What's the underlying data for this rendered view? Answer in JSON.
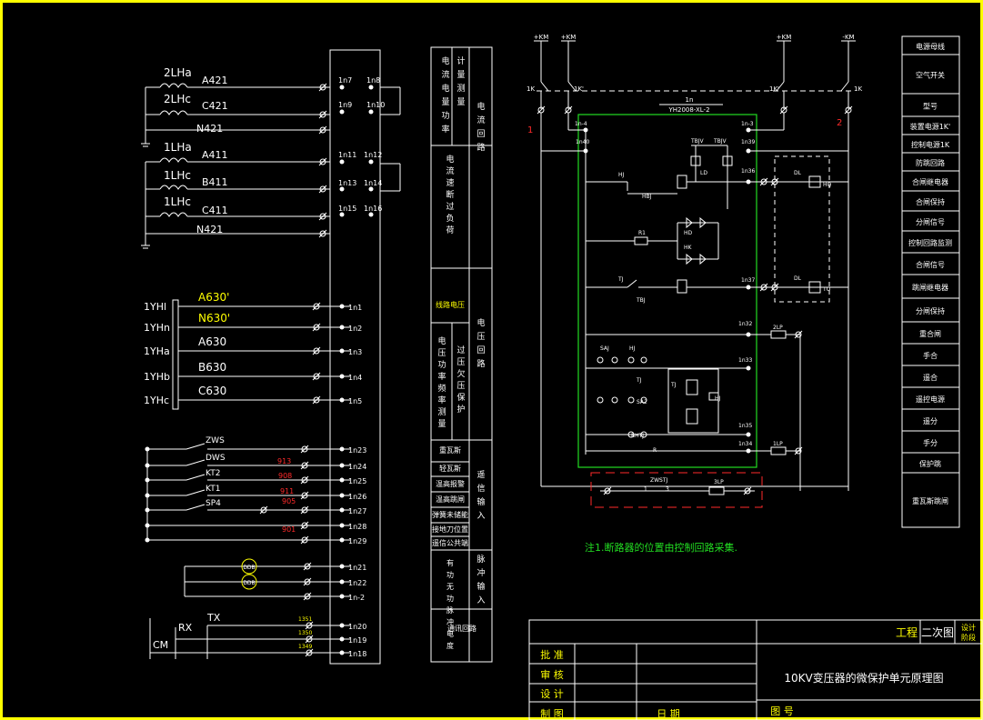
{
  "colors": {
    "background": "#000000",
    "frame": "#ffff00",
    "line": "#ffffff",
    "label_white": "#ffffff",
    "label_yellow": "#ffff00",
    "wire_number_red": "#ff2a2a",
    "module_outline_green": "#22dd22",
    "note_green": "#22dd22"
  },
  "left_panel": {
    "ct_groups": [
      {
        "labels": [
          "2LHa",
          "2LHc"
        ],
        "wires": [
          "A421",
          "C421",
          "N421"
        ],
        "terminals": [
          [
            "1n7",
            "1n8"
          ],
          [
            "1n9",
            "1n10"
          ]
        ]
      },
      {
        "labels": [
          "1LHa",
          "1LHc",
          "1LHc"
        ],
        "wires": [
          "A411",
          "B411",
          "C411",
          "N421"
        ],
        "terminals": [
          [
            "1n11",
            "1n12"
          ],
          [
            "1n13",
            "1n14"
          ],
          [
            "1n15",
            "1n16"
          ]
        ]
      }
    ],
    "voltage_labels": [
      "1YHl",
      "1YHn",
      "1YHa",
      "1YHb",
      "1YHc"
    ],
    "voltage_wires": [
      {
        "text": "A630'",
        "yellow": true
      },
      {
        "text": "N630'",
        "yellow": true
      },
      {
        "text": "A630",
        "yellow": false
      },
      {
        "text": "B630",
        "yellow": false
      },
      {
        "text": "C630",
        "yellow": false
      }
    ],
    "voltage_terminals": [
      "1n1",
      "1n2",
      "1n3",
      "1n4",
      "1n5"
    ],
    "contact_labels": [
      "ZWS",
      "DWS",
      "KT2",
      "KT1",
      "SP4"
    ],
    "contact_numbers": [
      "913",
      "908",
      "911",
      "905",
      "901"
    ],
    "contact_terminals": [
      "1n23",
      "1n24",
      "1n25",
      "1n26",
      "1n27",
      "1n28",
      "1n29"
    ],
    "pulse_meters": [
      "DDB",
      "DDB"
    ],
    "pulse_terminals": [
      "1n21",
      "1n22",
      "1n-2"
    ],
    "comm_labels": [
      "CM",
      "RX",
      "TX"
    ],
    "comm_numbers": [
      "1351",
      "1350",
      "1349"
    ],
    "comm_terminals": [
      "1n20",
      "1n19",
      "1n18"
    ]
  },
  "middle_table": {
    "rows": [
      {
        "left": "电流 电量 功率",
        "mid": "计量 测量",
        "right": "电流回路"
      },
      {
        "left": "",
        "mid": "电流速断过负荷",
        "right": ""
      },
      {
        "left": "",
        "mid": "线路电压",
        "right": "电压回路"
      },
      {
        "left": "电压功率频率测量",
        "mid": "过压欠压保护",
        "right": ""
      },
      {
        "left": "",
        "mid": "重瓦斯",
        "right": "遥信输入"
      },
      {
        "left": "",
        "mid": "轻瓦斯",
        "right": ""
      },
      {
        "left": "",
        "mid": "温高报警",
        "right": ""
      },
      {
        "left": "",
        "mid": "温高跳闸",
        "right": ""
      },
      {
        "left": "",
        "mid": "弹簧未储能",
        "right": ""
      },
      {
        "left": "",
        "mid": "接地刀位置",
        "right": ""
      },
      {
        "left": "",
        "mid": "遥信公共端",
        "right": ""
      },
      {
        "left": "",
        "mid": "有功无功脉冲电度",
        "right": "脉冲输入"
      },
      {
        "left": "",
        "mid": "通讯回路",
        "right": ""
      }
    ]
  },
  "right_circuit": {
    "supply_labels": [
      "+KM",
      "+KM",
      "+KM",
      "-KM"
    ],
    "switch_labels": [
      "1K",
      "1K'",
      "1K'",
      "1K"
    ],
    "module_caption": [
      "1n",
      "YH2008-XL-2"
    ],
    "side_marks": [
      "1",
      "2"
    ],
    "terminals": [
      "1n-4",
      "1n40",
      "1n-3",
      "1n39",
      "1n36",
      "1n37",
      "1n32",
      "1n33",
      "1n35",
      "1n34"
    ],
    "components": [
      "HJ",
      "HBJ",
      "R1",
      "TJ",
      "TBJ",
      "TBJV",
      "TBJV",
      "LD",
      "HD",
      "HK",
      "SAJ",
      "HJ",
      "TJ",
      "SA2",
      "BHTJ",
      "R",
      "HJ",
      "TJ"
    ],
    "coils": [
      "HQ",
      "TQ"
    ],
    "contacts": [
      "DL",
      "DL"
    ],
    "lamps": [
      "2LP",
      "1LP",
      "3LP"
    ],
    "bottom_box": [
      "ZWSTJ",
      "1",
      "3"
    ],
    "note": "注1.断路器的位置由控制回路采集."
  },
  "legend": {
    "items": [
      "电源母线",
      "空气开关",
      "型号",
      "装置电源1K'",
      "控制电源1K",
      "防跳回路",
      "合闸继电器",
      "合闸保持",
      "分闸信号",
      "控制回路监测",
      "合闸信号",
      "跳闸继电器",
      "分闸保持",
      "重合闸",
      "手合",
      "遥合",
      "遥控电源",
      "遥分",
      "手分",
      "保护跳",
      "重瓦斯跳闸"
    ]
  },
  "title_block": {
    "project_label": "工程",
    "drawing_type": "二次图",
    "stage": [
      "设计",
      "阶段"
    ],
    "rows": [
      "批 准",
      "审 核",
      "设 计",
      "制 图"
    ],
    "date_label": "日 期",
    "title": "10KV变压器的微保护单元原理图",
    "drawing_no_label": "图 号"
  }
}
